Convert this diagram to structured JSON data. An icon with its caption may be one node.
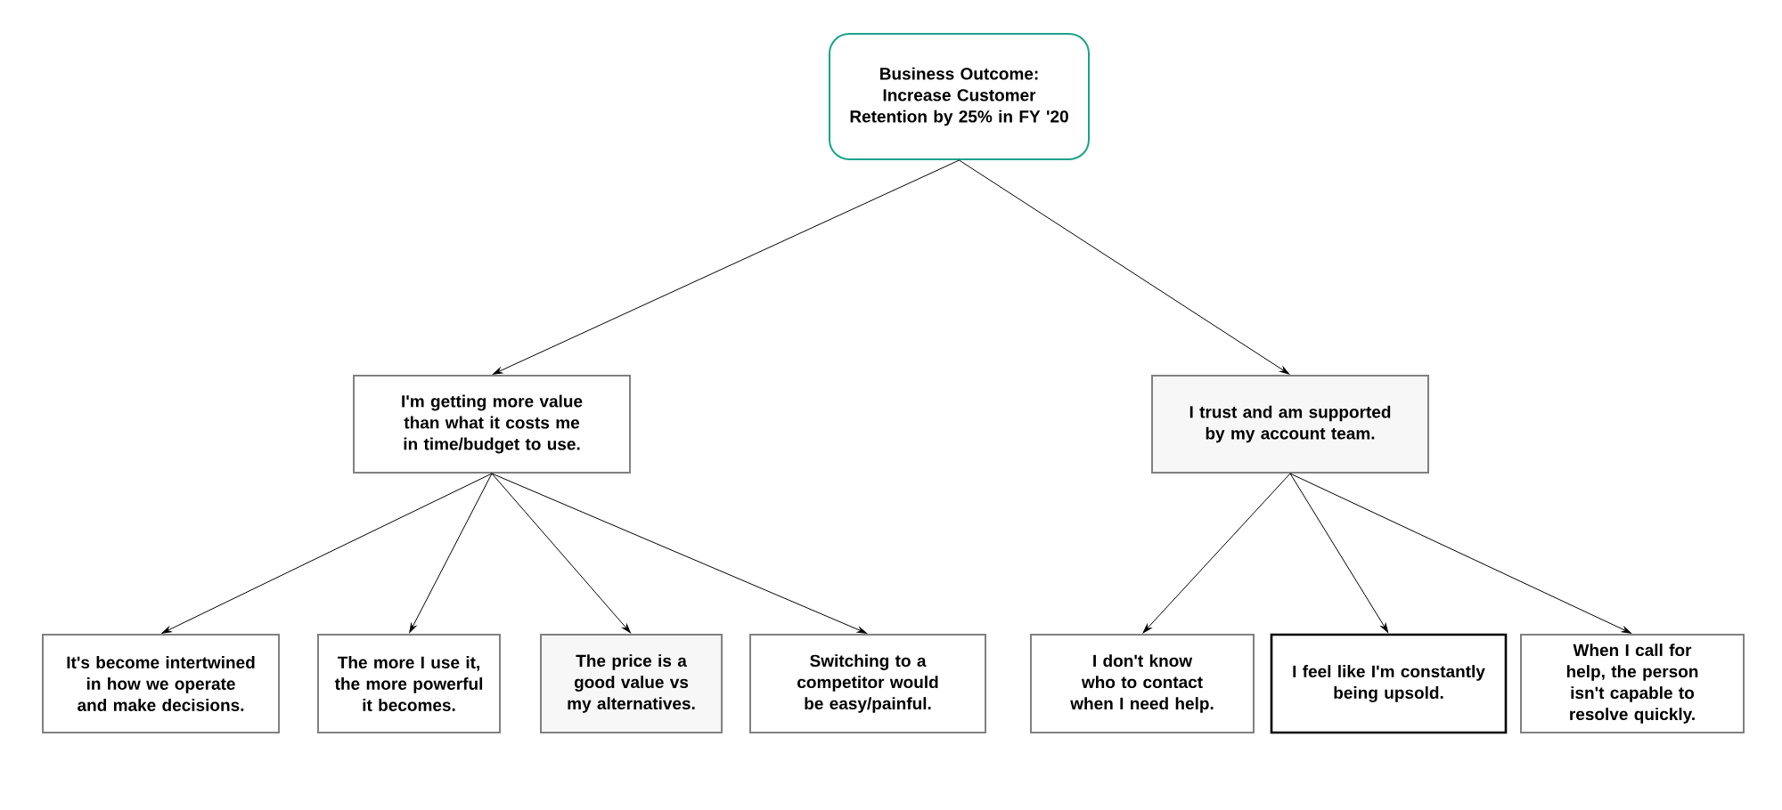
{
  "diagram": {
    "nodes": [
      {
        "text": [
          "Business Outcome: Increase Customer Retention by 25% in FY '20"
        ]
      },
      {
        "text": [
          "I'm getting more value than what it costs me in time/budget to use."
        ]
      },
      {
        "text": [
          "I trust and am supported by my account team."
        ]
      },
      {
        "text": [
          "It's become intertwined in how we operate and make decisions."
        ]
      },
      {
        "text": [
          "The more I use it, the more powerful it becomes."
        ]
      },
      {
        "text": [
          "The price is a good value vs my alternatives."
        ]
      },
      {
        "text": [
          "Switching to a competitor would be easy/painful."
        ]
      },
      {
        "text": [
          "I don't know who to contact when I need help."
        ]
      },
      {
        "text": [
          "I feel like I'm constantly being upsold."
        ]
      },
      {
        "text": [
          "When I call for help, the person isn't capable to resolve quickly."
        ]
      }
    ],
    "edges": [
      {
        "from": 0,
        "to": 1,
        "arrow": "to"
      },
      {
        "from": 0,
        "to": 2,
        "arrow": "to"
      },
      {
        "from": 1,
        "to": 3,
        "arrow": "to"
      },
      {
        "from": 1,
        "to": 4,
        "arrow": "to"
      },
      {
        "from": 1,
        "to": 5,
        "arrow": "to"
      },
      {
        "from": 1,
        "to": 6,
        "arrow": "to"
      },
      {
        "from": 2,
        "to": 7,
        "arrow": "to"
      },
      {
        "from": 2,
        "to": 8,
        "arrow": "to"
      },
      {
        "from": 2,
        "to": 9,
        "arrow": "to"
      }
    ]
  }
}
